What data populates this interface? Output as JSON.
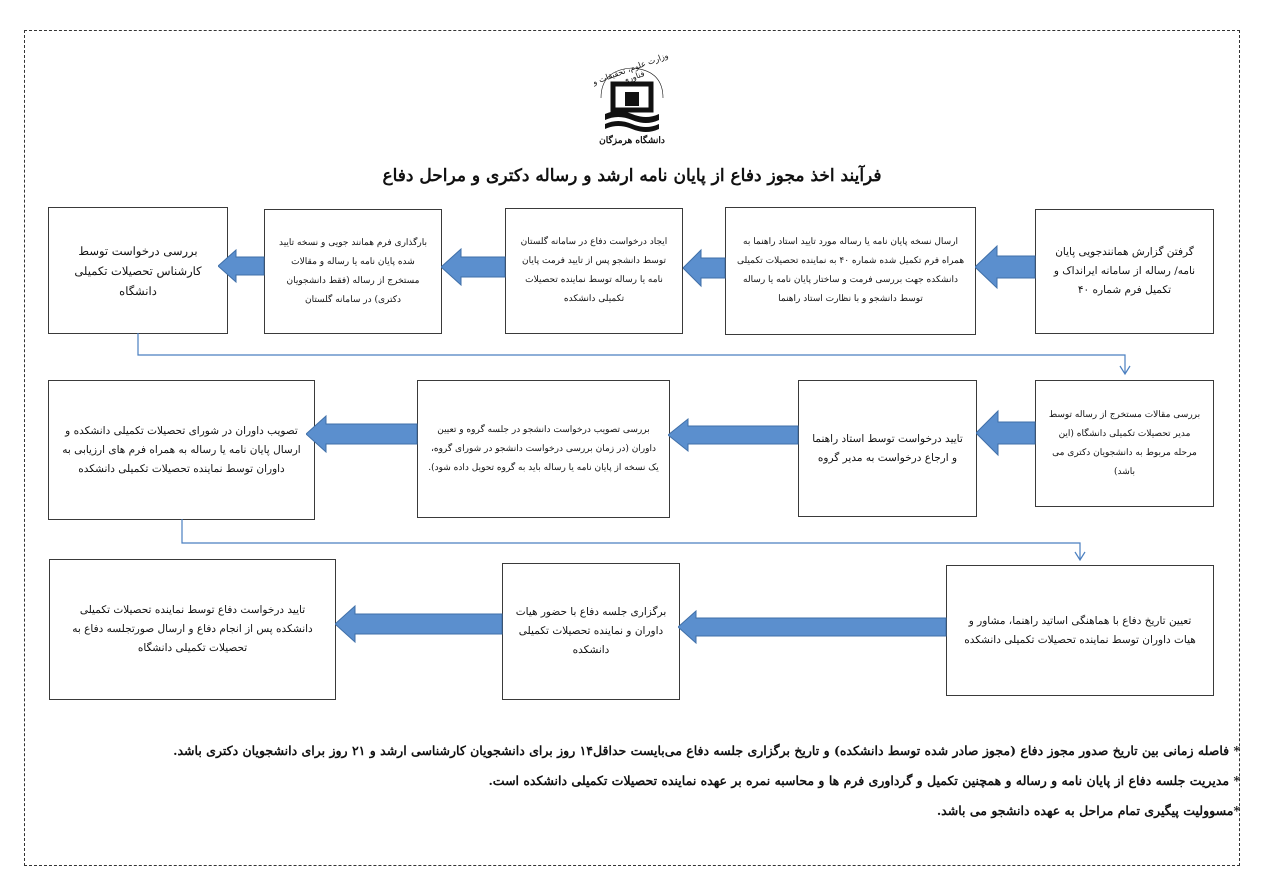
{
  "header": {
    "logo_caption": "دانشگاه هرمزگان",
    "logo_arc_text": "وزارت علوم، تحقیقات و فناوری",
    "title": "فرآیند اخذ مجوز دفاع از پایان نامه ارشد و رساله دکتری و مراحل دفاع"
  },
  "row1": {
    "box1": "گرفتن گزارش همانندجویی  پایان نامه/ رساله از سامانه ایرانداک و تکمیل فرم شماره ۴۰",
    "box2": "ارسال نسخه پایان نامه یا رساله مورد تایید استاد راهنما به همراه فرم تکمیل شده شماره ۴۰ به نماینده تحصیلات تکمیلی دانشکده جهت بررسی فرمت و ساختار پایان نامه یا رساله توسط دانشجو و با نظارت استاد راهنما",
    "box3": "ایجاد درخواست دفاع در سامانه گلستان توسط دانشجو پس از تایید فرمت پایان نامه یا رساله توسط نماینده تحصیلات تکمیلی دانشکده",
    "box4": "بارگذاری فرم همانند جویی و نسخه تایید شده پایان نامه یا رساله و مقالات مستخرج از رساله (فقط دانشجویان دکتری) در سامانه گلستان",
    "box5": "بررسی درخواست توسط کارشناس تحصیلات تکمیلی دانشگاه"
  },
  "row2": {
    "box1": "بررسی مقالات مستخرج از رساله توسط مدیر تحصیلات تکمیلی دانشگاه (این مرحله مربوط به دانشجویان دکتری می باشد)",
    "box2": "تایید درخواست توسط استاد راهنما و ارجاع درخواست به مدیر گروه",
    "box3": "بررسی تصویب درخواست دانشجو در جلسه گروه و تعیین داوران (در زمان بررسی درخواست دانشجو در شورای گروه، یک نسخه از پایان نامه یا رساله باید به گروه تحویل داده شود).",
    "box4": "تصویب داوران در شورای تحصیلات تکمیلی دانشکده و ارسال پایان نامه یا رساله به همراه فرم های ارزیابی به داوران توسط نماینده تحصیلات تکمیلی دانشکده"
  },
  "row3": {
    "box1": "تعیین تاریخ دفاع با هماهنگی اساتید راهنما، مشاور و هیات داوران توسط نماینده تحصیلات تکمیلی دانشکده",
    "box2": "برگزاری جلسه دفاع با حضور هیات داوران و نماینده تحصیلات تکمیلی دانشکده",
    "box3": "تایید درخواست دفاع توسط نماینده تحصیلات تکمیلی دانشکده پس از انجام دفاع و ارسال صورتجلسه دفاع به تحصیلات تکمیلی دانشگاه"
  },
  "notes": [
    "* فاصله زمانی بین تاریخ صدور مجوز دفاع (مجوز صادر شده توسط دانشکده) و تاریخ برگزاری جلسه دفاع می‌بایست حداقل۱۴ روز برای دانشجویان کارشناسی ارشد و ۲۱ روز برای دانشجویان دکتری باشد.",
    "* مدیریت جلسه دفاع از پایان نامه و رساله و همچنین تکمیل و گرداوری فرم ها و محاسبه نمره بر عهده نماینده تحصیلات تکمیلی دانشکده است.",
    "*مسوولیت پیگیری تمام مراحل به عهده دانشجو می باشد."
  ],
  "colors": {
    "arrow_fill": "#5b8fce",
    "arrow_stroke": "#3f6fa8",
    "connector": "#4a7fc0",
    "border": "#3a3a3a"
  }
}
